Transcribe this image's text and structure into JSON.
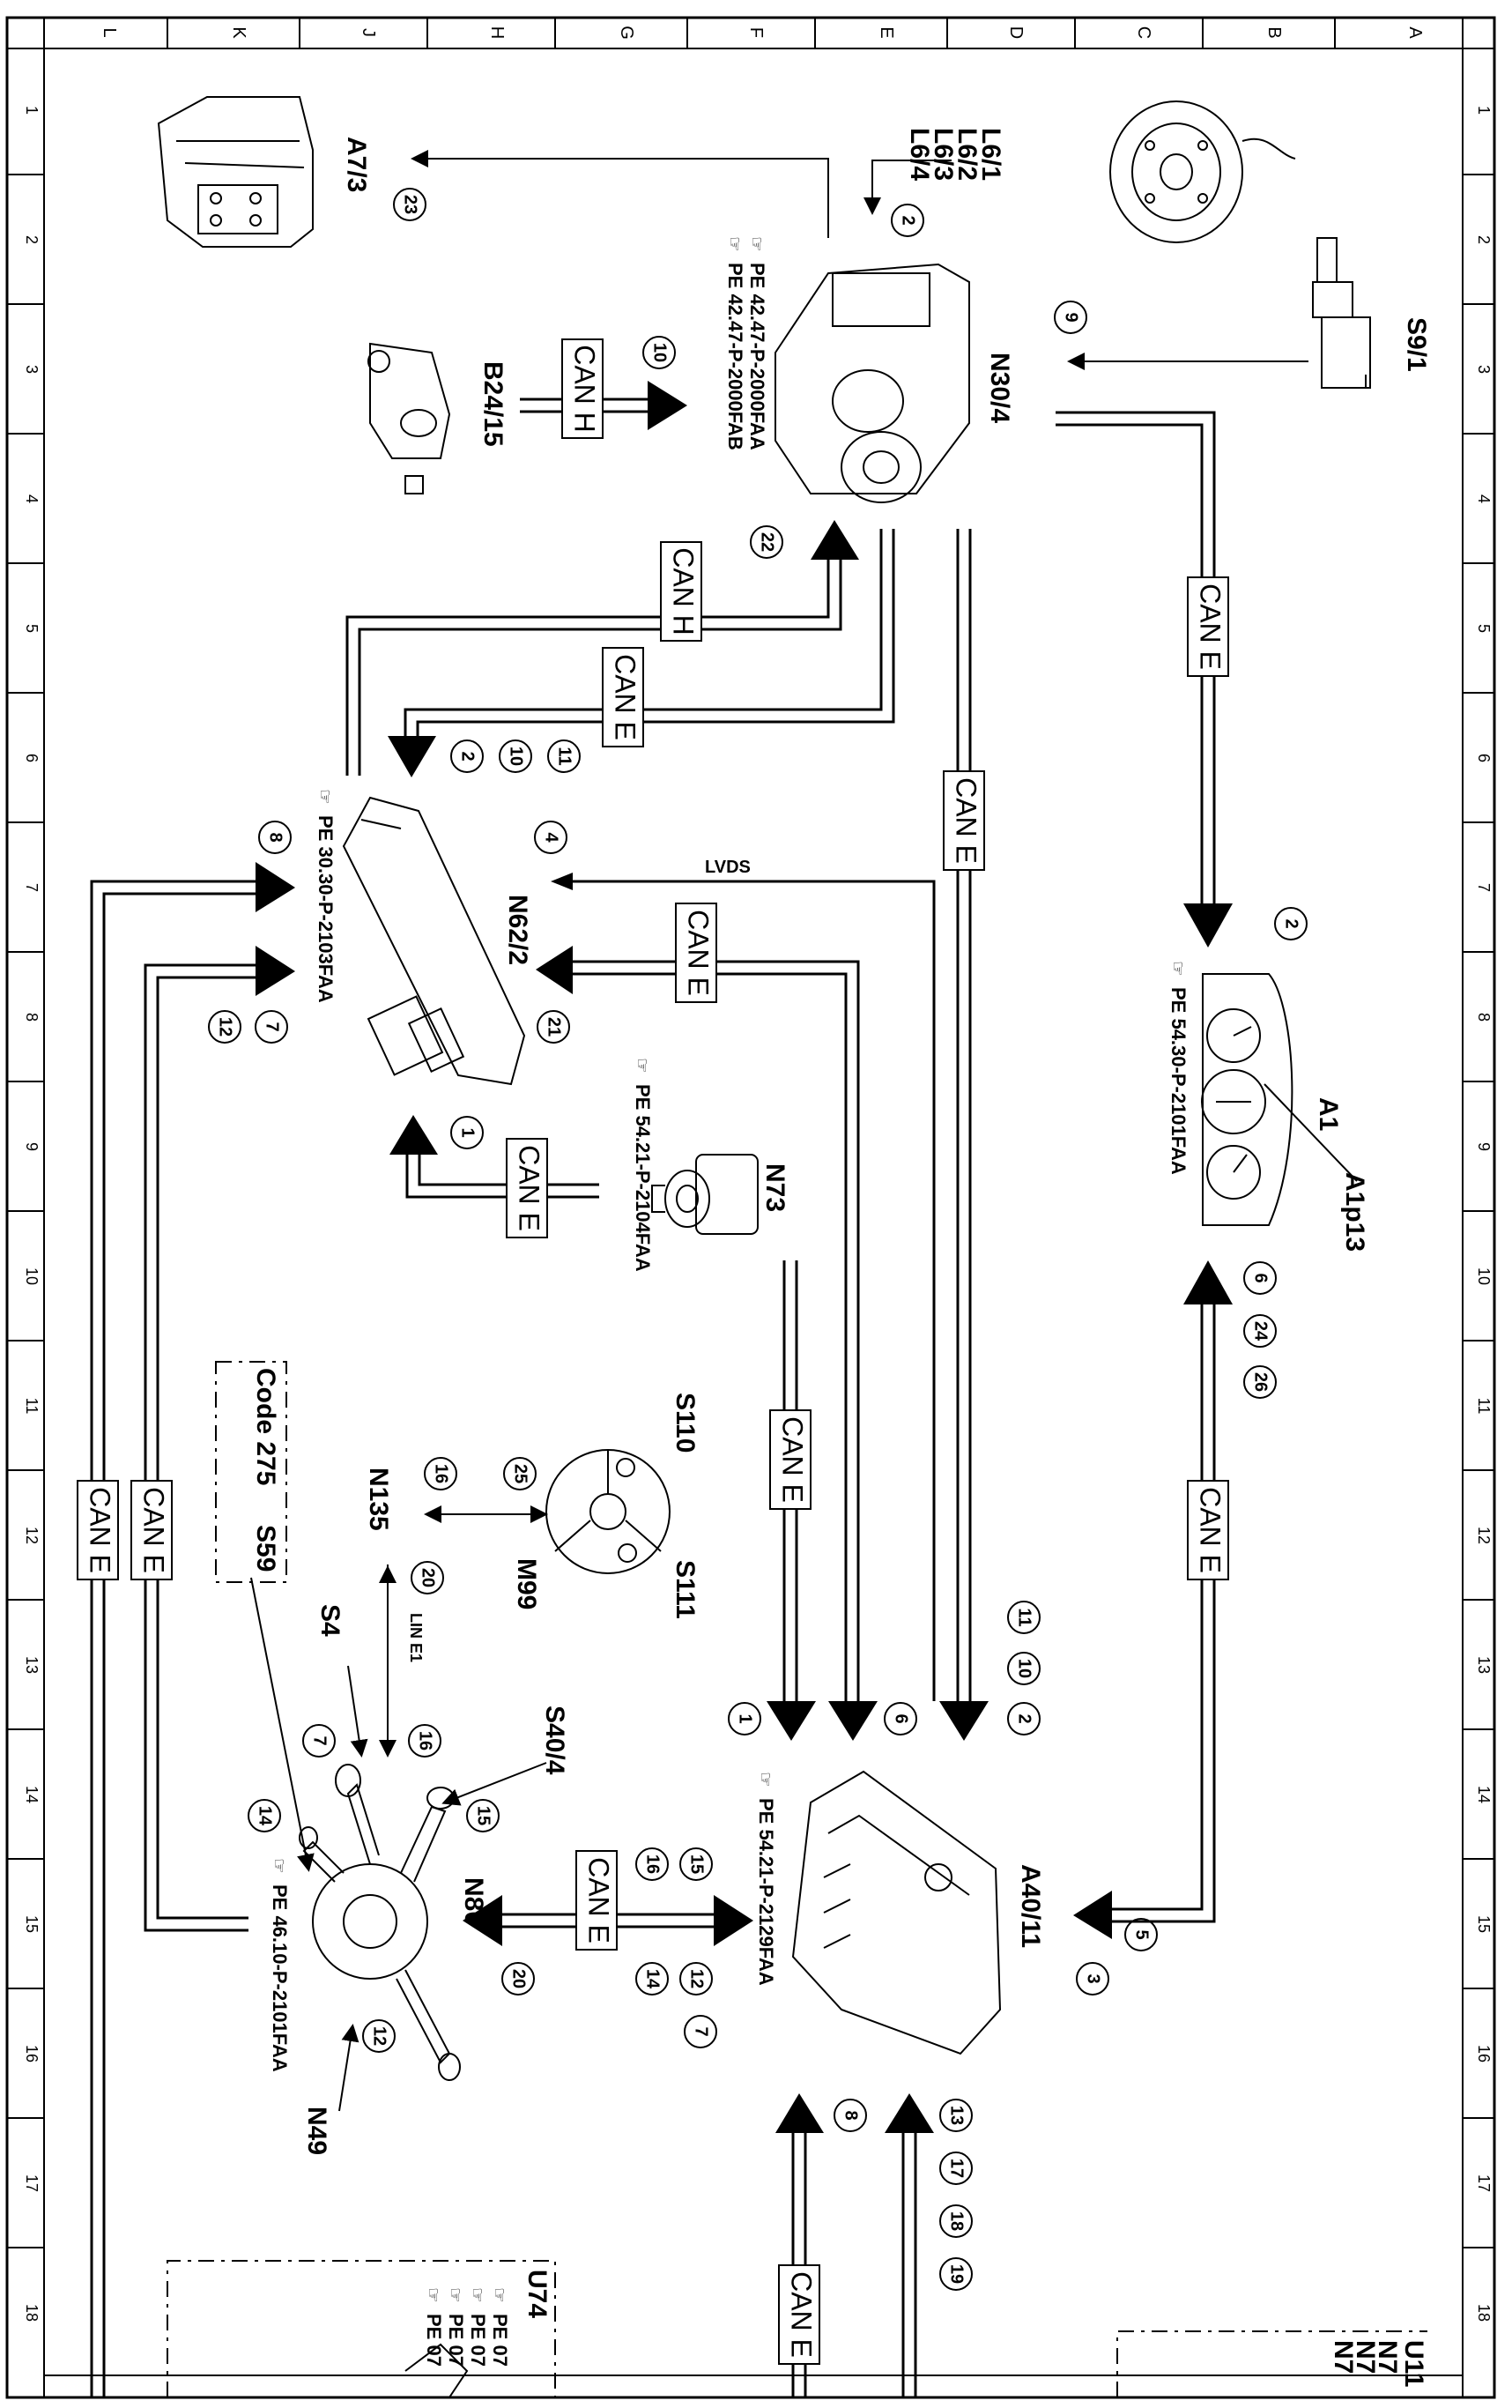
{
  "grid": {
    "columns": [
      "L",
      "K",
      "J",
      "H",
      "G",
      "F",
      "E",
      "D",
      "C",
      "B",
      "A"
    ],
    "rows": [
      "1",
      "2",
      "3",
      "4",
      "5",
      "6",
      "7",
      "8",
      "9",
      "10",
      "11",
      "12",
      "13",
      "14",
      "15",
      "16",
      "17",
      "18"
    ]
  },
  "components": {
    "a7_3": "A7/3",
    "l6": [
      "L6/1",
      "L6/2",
      "L6/3",
      "L6/4"
    ],
    "n30_4": "N30/4",
    "s9_1": "S9/1",
    "b24_15": "B24/15",
    "n62_2": "N62/2",
    "n73": "N73",
    "a1": "A1",
    "a1p13": "A1p13",
    "s110": "S110",
    "s111": "S111",
    "m99": "M99",
    "n135": "N135",
    "s4": "S4",
    "s40_4": "S40/4",
    "n80": "N80",
    "n49": "N49",
    "a40_11": "A40/11",
    "code_275": "Code 275",
    "s59": "S59",
    "u74": "U74",
    "u11": "U11",
    "n7_partial": [
      "N7",
      "N7",
      "N7"
    ]
  },
  "references": {
    "n30_4_a": "PE 42.47-P-2000FAA",
    "n30_4_b": "PE 42.47-P-2000FAB",
    "n62_2": "PE 30.30-P-2103FAA",
    "n73": "PE 54.21-P-2104FAA",
    "a1": "PE 54.30-P-2101FAA",
    "a40_11": "PE 54.21-P-2129FAA",
    "n80": "PE 46.10-P-2101FAA",
    "u74": [
      "PE 07",
      "PE 07",
      "PE 07",
      "PE 07"
    ]
  },
  "bus_labels": {
    "can_e": "CAN E",
    "can_h": "CAN H",
    "lvds": "LVDS",
    "lin_e1": "LIN E1"
  },
  "numbers": {
    "n23": "23",
    "n2": "2",
    "n9": "9",
    "n10": "10",
    "n22": "22",
    "n11": "11",
    "n4": "4",
    "n8": "8",
    "n7": "7",
    "n12": "12",
    "n21": "21",
    "n1": "1",
    "n6": "6",
    "n24": "24",
    "n26": "26",
    "n16": "16",
    "n25": "25",
    "n20": "20",
    "n15": "15",
    "n14": "14",
    "n5": "5",
    "n3": "3",
    "n13": "13",
    "n17": "17",
    "n18": "18",
    "n19": "19"
  }
}
